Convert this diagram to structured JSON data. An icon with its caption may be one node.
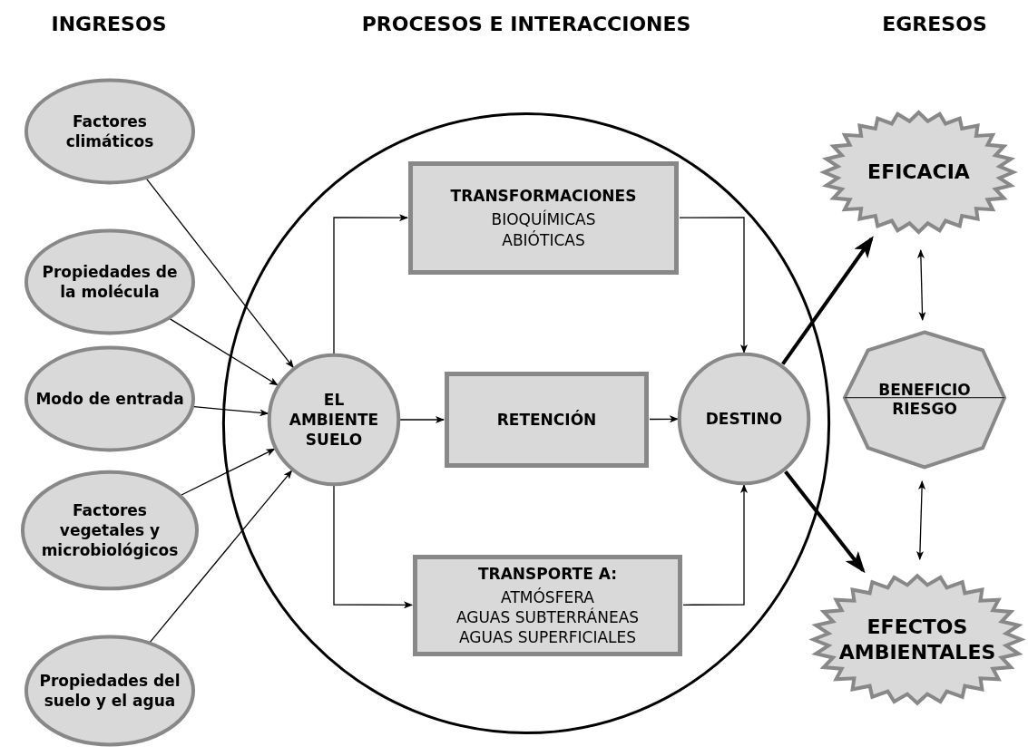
{
  "diagram": {
    "nodes": [
      {
        "text": [],
        "shape": "circle"
      },
      {
        "text": [
          "Factores climáticos"
        ]
      },
      {
        "text": [
          "Propiedades de la molécula"
        ]
      },
      {
        "text": [
          "Modo de entrada"
        ]
      },
      {
        "text": [
          "Factores vegetales y microbiológicos"
        ]
      },
      {
        "text": [
          "Propiedades del suelo y el agua"
        ]
      },
      {
        "text": [
          "EL AMBIENTE SUELO"
        ],
        "in": 0
      },
      {
        "text": [
          "TRANSFORMACIONES",
          "BIOQUÍMICAS",
          "ABIÓTICAS"
        ],
        "in": 0
      },
      {
        "text": [
          "RETENCIÓN"
        ],
        "in": 0
      },
      {
        "text": [
          "TRANSPORTE A:",
          "ATMÓSFERA",
          "AGUAS SUBTERRÁNEAS",
          "AGUAS SUPERFICIALES"
        ],
        "in": 0
      },
      {
        "text": [
          "DESTINO"
        ],
        "in": 0
      },
      {
        "text": [
          "EFICACIA"
        ]
      },
      {
        "text": [
          "BENEFICIO",
          "RIESGO"
        ]
      },
      {
        "text": [
          "EFECTOS AMBIENTALES"
        ]
      }
    ],
    "edges": [
      {
        "from": 1,
        "to": 6,
        "arrow": "to"
      },
      {
        "from": 2,
        "to": 6,
        "arrow": "to"
      },
      {
        "from": 3,
        "to": 6,
        "arrow": "to"
      },
      {
        "from": 4,
        "to": 6,
        "arrow": "to"
      },
      {
        "from": 5,
        "to": 6,
        "arrow": "to"
      },
      {
        "from": 6,
        "to": 7,
        "arrow": "to"
      },
      {
        "from": 6,
        "to": 8,
        "arrow": "to"
      },
      {
        "from": 6,
        "to": 9,
        "arrow": "to"
      },
      {
        "from": 7,
        "to": 10,
        "arrow": "to"
      },
      {
        "from": 8,
        "to": 10,
        "arrow": "to"
      },
      {
        "from": 9,
        "to": 10,
        "arrow": "to"
      },
      {
        "from": 10,
        "to": 11,
        "arrow": "to",
        "style": "thick"
      },
      {
        "from": 10,
        "to": 13,
        "arrow": "to",
        "style": "thick"
      },
      {
        "from": 11,
        "to": 12,
        "arrow": "both"
      },
      {
        "from": 12,
        "to": 13,
        "arrow": "both"
      }
    ],
    "labels": [
      "INGRESOS",
      "PROCESOS E INTERACCIONES",
      "EGRESOS"
    ]
  }
}
